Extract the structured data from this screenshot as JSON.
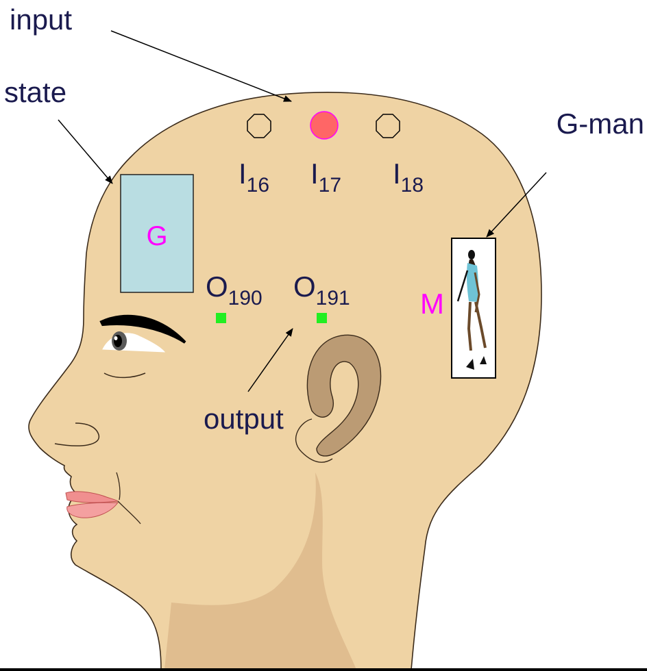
{
  "labels": {
    "input": "input",
    "state": "state",
    "g_man": "G-man",
    "output": "output"
  },
  "state_box": {
    "letter": "G",
    "fill": "#b9dde2"
  },
  "m_box": {
    "letter": "M"
  },
  "inputs": [
    {
      "main": "I",
      "sub": "16",
      "active": false
    },
    {
      "main": "I",
      "sub": "17",
      "active": true
    },
    {
      "main": "I",
      "sub": "18",
      "active": false
    }
  ],
  "outputs": [
    {
      "main": "O",
      "sub": "190"
    },
    {
      "main": "O",
      "sub": "191"
    }
  ],
  "colors": {
    "skin": "#efd3a4",
    "skin_shadow": "#ddb98c",
    "ear": "#bb9b74",
    "active_input": "#ff6666",
    "output_marker": "#22ee22",
    "label_text": "#1a1a4e",
    "letter_text": "#ff00ff"
  }
}
